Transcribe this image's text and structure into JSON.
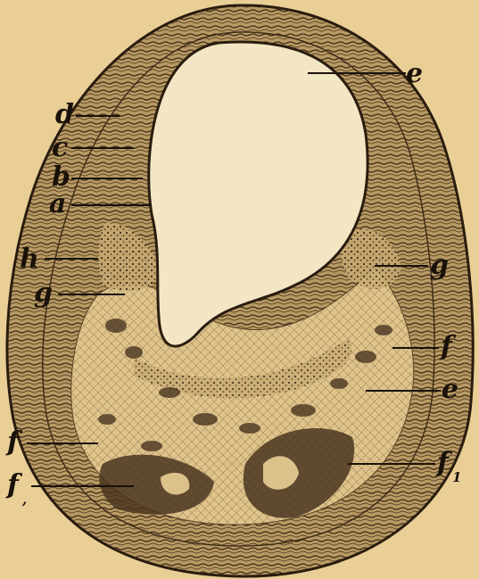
{
  "figure": {
    "background_color": "#e9cf96",
    "ink_color": "#1a120a",
    "labels": [
      {
        "id": "e-top",
        "text": "e"
      },
      {
        "id": "d",
        "text": "d"
      },
      {
        "id": "c",
        "text": "c"
      },
      {
        "id": "b",
        "text": "b"
      },
      {
        "id": "a",
        "text": "a"
      },
      {
        "id": "h",
        "text": "h"
      },
      {
        "id": "g-left",
        "text": "g"
      },
      {
        "id": "g-right",
        "text": "g"
      },
      {
        "id": "f-right",
        "text": "f"
      },
      {
        "id": "e-right",
        "text": "e"
      },
      {
        "id": "f-left",
        "text": "f"
      },
      {
        "id": "f1-left",
        "text": "f",
        "sub": ","
      },
      {
        "id": "f1-right",
        "text": "f",
        "sub": "1"
      }
    ]
  }
}
